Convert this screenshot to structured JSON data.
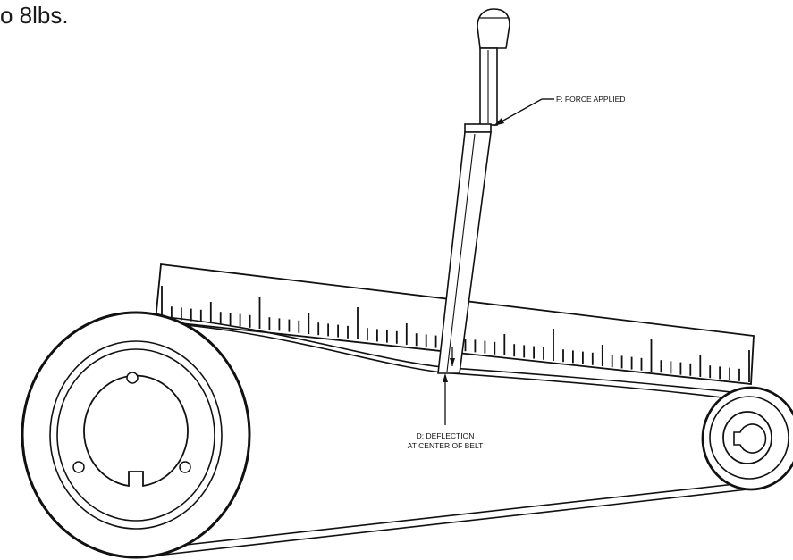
{
  "header": {
    "partial_text": "o 8lbs."
  },
  "callouts": {
    "force": "F: FORCE APPLIED",
    "deflection_line1": "D: DEFLECTION",
    "deflection_line2": "AT CENTER OF BELT"
  },
  "colors": {
    "stroke": "#111111",
    "background": "#ffffff"
  }
}
